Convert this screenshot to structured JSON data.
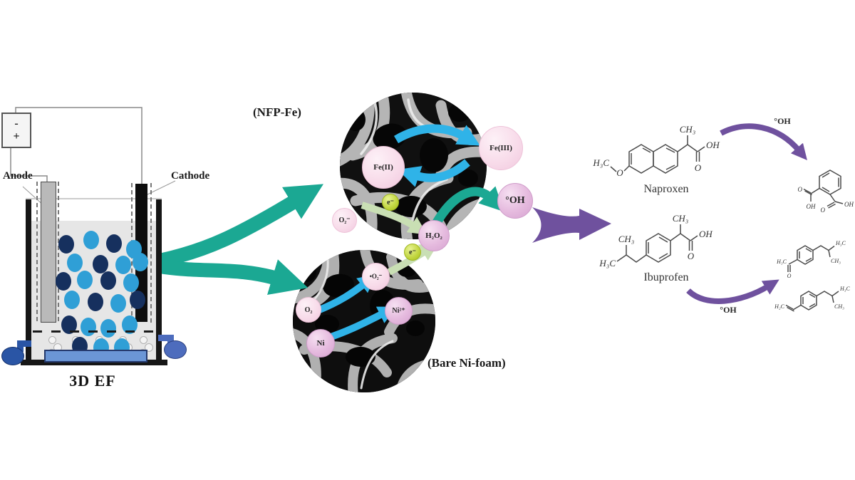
{
  "colors": {
    "teal_arrow": "#1ba893",
    "cyan_arrow": "#2fb3e8",
    "green_arrow": "#c9dfb4",
    "purple_arrow": "#6f519e",
    "particle_dark": "#16305e",
    "particle_light": "#2f9fd6",
    "sparger_blue": "#6b96d6",
    "pump_blue_left": "#2a55a5",
    "pump_blue_right": "#4d6cbd"
  },
  "cell": {
    "psu_minus": "-",
    "psu_plus": "+",
    "anode_label": "Anode",
    "cathode_label": "Cathode",
    "title": "3D EF"
  },
  "sem": {
    "top_label": "(NFP-Fe)",
    "bottom_label": "(Bare Ni-foam)"
  },
  "species": {
    "fe2": "Fe(II)",
    "fe3": "Fe(III)",
    "oh_radical": "°OH",
    "h2o2": "H₂O₂",
    "o2_anion": "O₂⁻",
    "electron_top": "e⁻",
    "electron_bottom": "e⁻",
    "superoxide": "•O₂⁻",
    "o2": "O₂",
    "ni": "Ni",
    "ni2plus": "Ni²⁺"
  },
  "molecules": {
    "naproxen": {
      "name": "Naproxen",
      "atoms": [
        "H₃C",
        "O",
        "CH₃",
        "OH",
        "O"
      ]
    },
    "ibuprofen": {
      "name": "Ibuprofen",
      "atoms": [
        "CH₃",
        "OH",
        "O",
        "CH₃",
        "H₃C"
      ]
    },
    "phthalic": {
      "atoms": [
        "O",
        "OH",
        "O",
        "OH"
      ]
    },
    "product_ketone": {
      "atoms": [
        "H₃C",
        "O",
        "H₃C",
        "CH₃"
      ]
    },
    "product_styrene": {
      "atoms": [
        "H₂C",
        "H₃C",
        "CH₃"
      ]
    }
  },
  "annotations": {
    "oh_top": "°OH",
    "oh_bottom": "°OH"
  }
}
